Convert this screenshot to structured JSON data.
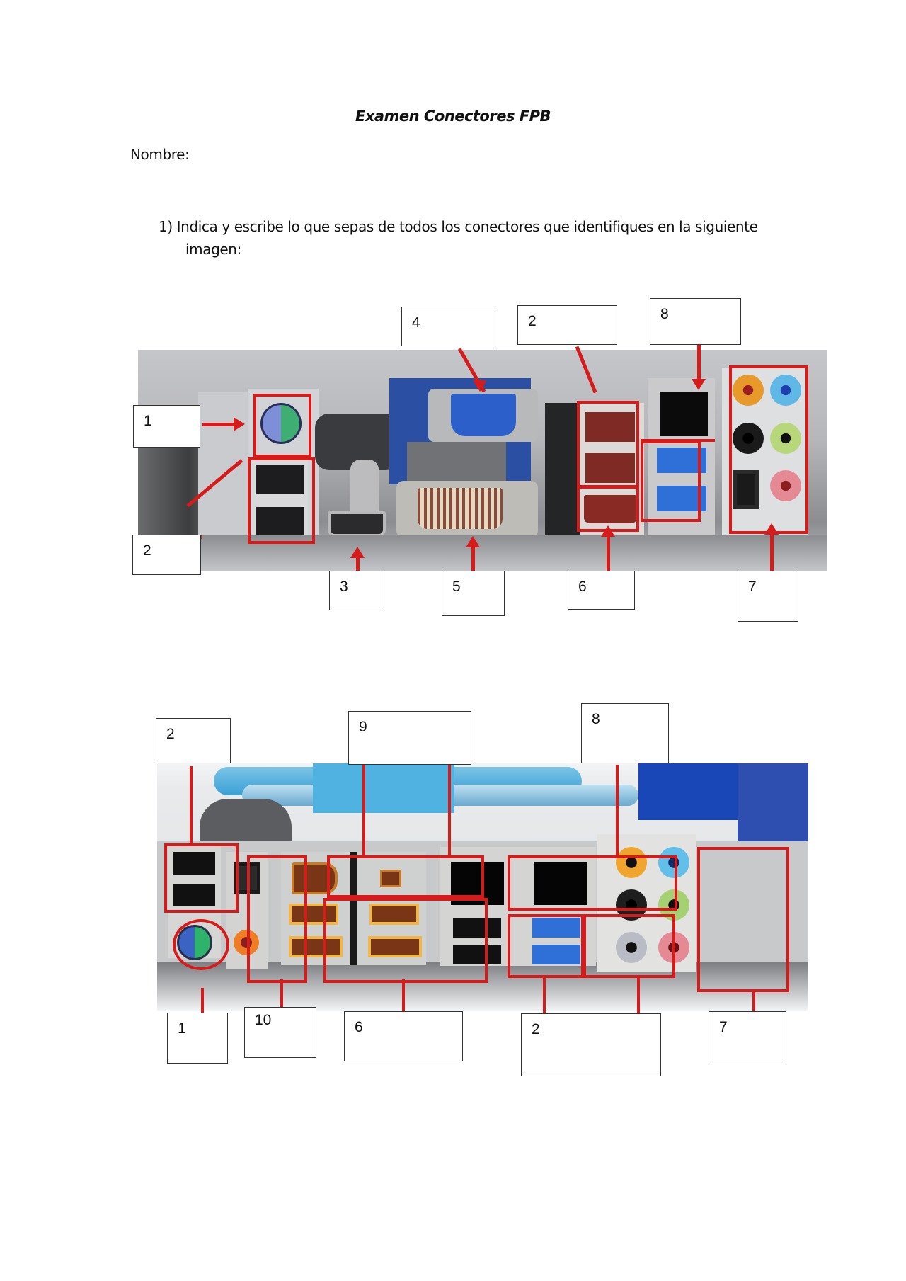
{
  "document": {
    "title": "Examen Conectores FPB",
    "name_label": "Nombre:",
    "question": {
      "line1": "1) Indica y escribe lo que sepas de todos los conectores que identifiques en la siguiente",
      "line2": "imagen:"
    }
  },
  "figure1": {
    "labels": [
      {
        "id": "1",
        "text": "1"
      },
      {
        "id": "2a",
        "text": "2"
      },
      {
        "id": "4",
        "text": "4"
      },
      {
        "id": "2b",
        "text": "2"
      },
      {
        "id": "8",
        "text": "8"
      },
      {
        "id": "3",
        "text": "3"
      },
      {
        "id": "5",
        "text": "5"
      },
      {
        "id": "6",
        "text": "6"
      },
      {
        "id": "7",
        "text": "7"
      }
    ]
  },
  "figure2": {
    "labels": [
      {
        "id": "2a",
        "text": "2"
      },
      {
        "id": "9",
        "text": "9"
      },
      {
        "id": "8",
        "text": "8"
      },
      {
        "id": "1",
        "text": "1"
      },
      {
        "id": "10",
        "text": "10"
      },
      {
        "id": "6",
        "text": "6"
      },
      {
        "id": "2b",
        "text": "2"
      },
      {
        "id": "7",
        "text": "7"
      }
    ]
  },
  "colors": {
    "annotation_red": "#d71a1a",
    "ps2_purple": "#7d8fd6",
    "ps2_green": "#3fae72",
    "vga_blue": "#2c5fc9",
    "usb3_blue": "#2f6fd8",
    "esata_red": "#8a2a24",
    "audio_orange": "#e79a2a",
    "audio_blue": "#5fb8e6",
    "audio_green": "#b8d67a",
    "audio_pink": "#e58a94"
  }
}
